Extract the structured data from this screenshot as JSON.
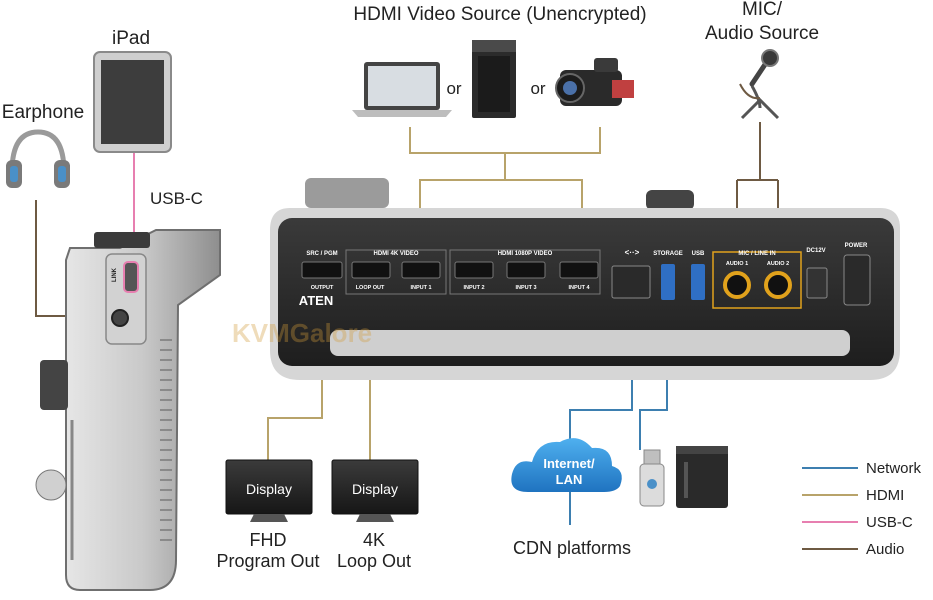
{
  "labels": {
    "hdmi_source": "HDMI Video Source (Unencrypted)",
    "or_1": "or",
    "or_2": "or",
    "mic_line1": "MIC/",
    "mic_line2": "Audio Source",
    "ipad": "iPad",
    "earphone": "Earphone",
    "usbc_cable": "USB-C",
    "display_1": "Display",
    "display_2": "Display",
    "fhd_line1": "FHD",
    "fhd_line2": "Program Out",
    "loop_line1": "4K",
    "loop_line2": "Loop Out",
    "cloud_line1": "Internet/",
    "cloud_line2": "LAN",
    "cdn": "CDN platforms",
    "watermark": "KVMGalore",
    "brand": "ATEN"
  },
  "panel": {
    "src_pgm": "SRC / PGM",
    "output": "OUTPUT",
    "hdmi4k": "HDMI 4K VIDEO",
    "loop_out": "LOOP OUT",
    "input1": "INPUT 1",
    "hdmi1080": "HDMI 1080P VIDEO",
    "input2": "INPUT 2",
    "input3": "INPUT 3",
    "input4": "INPUT 4",
    "storage": "STORAGE",
    "usb": "USB",
    "mic_line_in": "MIC / LINE IN",
    "audio1": "AUDIO 1",
    "audio2": "AUDIO 2",
    "dc": "DC12V",
    "power": "POWER",
    "link": "LINK"
  },
  "legend": [
    {
      "label": "Network",
      "color": "#3d7fb0"
    },
    {
      "label": "HDMI",
      "color": "#b8a36a"
    },
    {
      "label": "USB-C",
      "color": "#e77fb0"
    },
    {
      "label": "Audio",
      "color": "#6e5a43"
    }
  ],
  "colors": {
    "network": "#3d7fb0",
    "hdmi": "#b8a36a",
    "usbc": "#e77fb0",
    "audio": "#6e5a43",
    "audio_port": "#e1a21c",
    "cloud": "#2a8fd6"
  },
  "icons": [
    "laptop-icon",
    "console-icon",
    "camcorder-icon",
    "microphone-icon",
    "tablet-icon",
    "headphones-icon",
    "monitor-icon",
    "cloud-icon",
    "usb-drive-icon",
    "hard-drive-icon"
  ]
}
